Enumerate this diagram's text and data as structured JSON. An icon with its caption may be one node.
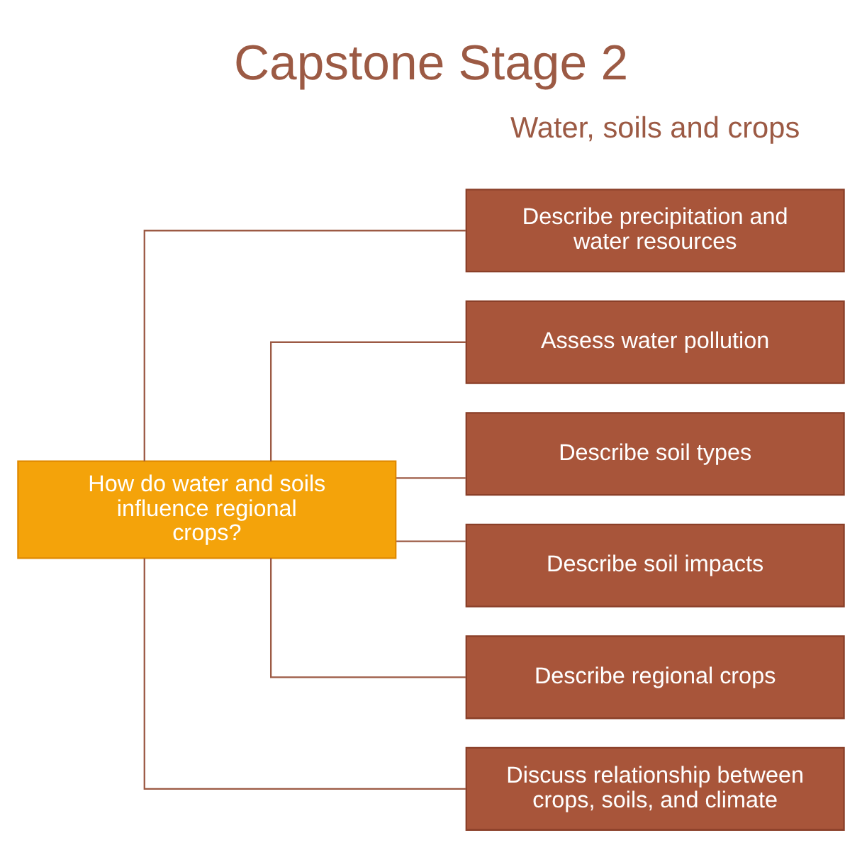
{
  "diagram": {
    "title": "Capstone Stage 2",
    "nodes": [
      {
        "text": [
          "How do water and soils influence regional crops?"
        ]
      },
      {
        "text": [
          "Describe precipitation and water resources"
        ]
      },
      {
        "text": [
          "Assess water pollution"
        ]
      },
      {
        "text": [
          "Describe soil types"
        ]
      },
      {
        "text": [
          "Describe soil impacts"
        ]
      },
      {
        "text": [
          "Describe regional crops"
        ]
      },
      {
        "text": [
          "Discuss relationship between crops, soils, and climate"
        ]
      }
    ],
    "edges": [
      {
        "from": 0,
        "to": 1,
        "arrow": "none"
      },
      {
        "from": 0,
        "to": 2,
        "arrow": "none"
      },
      {
        "from": 0,
        "to": 3,
        "arrow": "none"
      },
      {
        "from": 0,
        "to": 4,
        "arrow": "none"
      },
      {
        "from": 0,
        "to": 5,
        "arrow": "none"
      },
      {
        "from": 0,
        "to": 6,
        "arrow": "none"
      }
    ],
    "labels": [
      "Water, soils and crops"
    ]
  }
}
